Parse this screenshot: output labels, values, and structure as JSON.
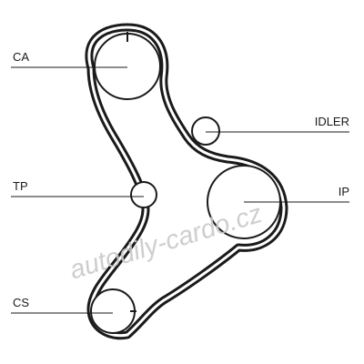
{
  "components": {
    "ca": {
      "label": "CA"
    },
    "idler": {
      "label": "IDLER"
    },
    "tp": {
      "label": "TP"
    },
    "ip": {
      "label": "IP"
    },
    "cs": {
      "label": "CS"
    }
  },
  "watermark": {
    "text": "autodily-cardo.cz"
  },
  "colors": {
    "belt": "#1a1a1a",
    "pulley_fill": "#ffffff",
    "text": "#1a1a1a",
    "watermark": "#c9c9c9"
  }
}
